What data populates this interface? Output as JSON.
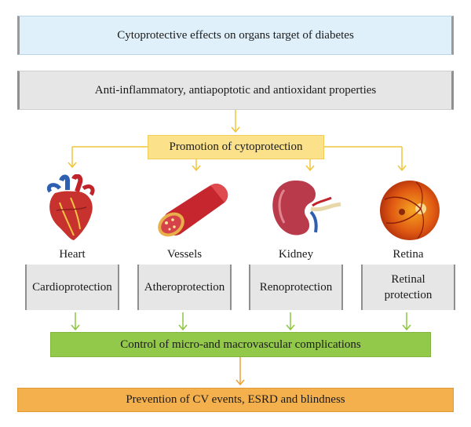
{
  "title": "Cytoprotective effects on organs target of diabetes",
  "properties": "Anti-inflammatory, antiapoptotic and antioxidant properties",
  "promotion": "Promotion of cytoprotection",
  "organs": [
    {
      "label": "Heart",
      "icon": "heart-icon",
      "protection": "Cardioprotection"
    },
    {
      "label": "Vessels",
      "icon": "vessel-icon",
      "protection": "Atheroprotection"
    },
    {
      "label": "Kidney",
      "icon": "kidney-icon",
      "protection": "Renoprotection"
    },
    {
      "label": "Retina",
      "icon": "retina-icon",
      "protection_line1": "Retinal",
      "protection_line2": "protection"
    }
  ],
  "control": "Control of micro-and macrovascular complications",
  "prevention": "Prevention of CV events, ESRD and blindness",
  "colors": {
    "title_bg": "#dff0fa",
    "properties_bg": "#e6e6e6",
    "promotion_bg": "#fbe28a",
    "control_bg": "#93c94a",
    "prevention_bg": "#f4b04c",
    "yellow_arrow": "#f0c53a",
    "green_arrow": "#8cc63f",
    "orange_arrow": "#f0a030"
  }
}
